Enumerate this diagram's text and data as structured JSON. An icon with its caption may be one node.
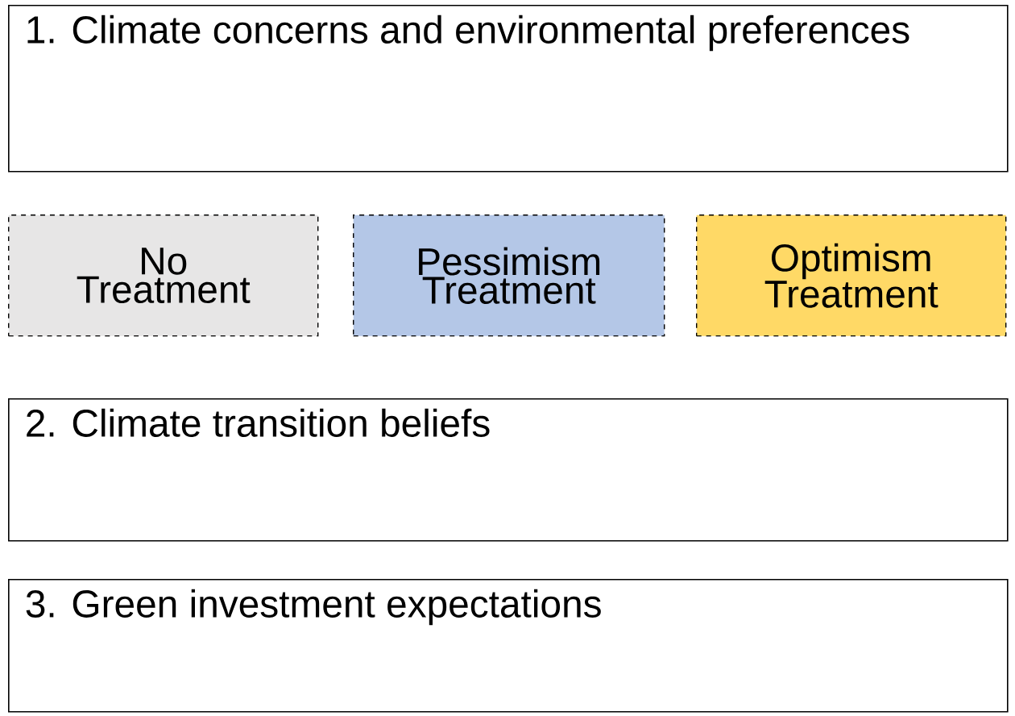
{
  "diagram": {
    "nodes": [
      {
        "text": [
          "1. Climate concerns and environmental preferences"
        ]
      },
      {
        "text": [
          "No Treatment"
        ]
      },
      {
        "text": [
          "Pessimism Treatment"
        ]
      },
      {
        "text": [
          "Optimism Treatment"
        ]
      },
      {
        "text": [
          "2. Climate transition beliefs"
        ]
      },
      {
        "text": [
          "3. Green investment expectations"
        ]
      }
    ]
  }
}
